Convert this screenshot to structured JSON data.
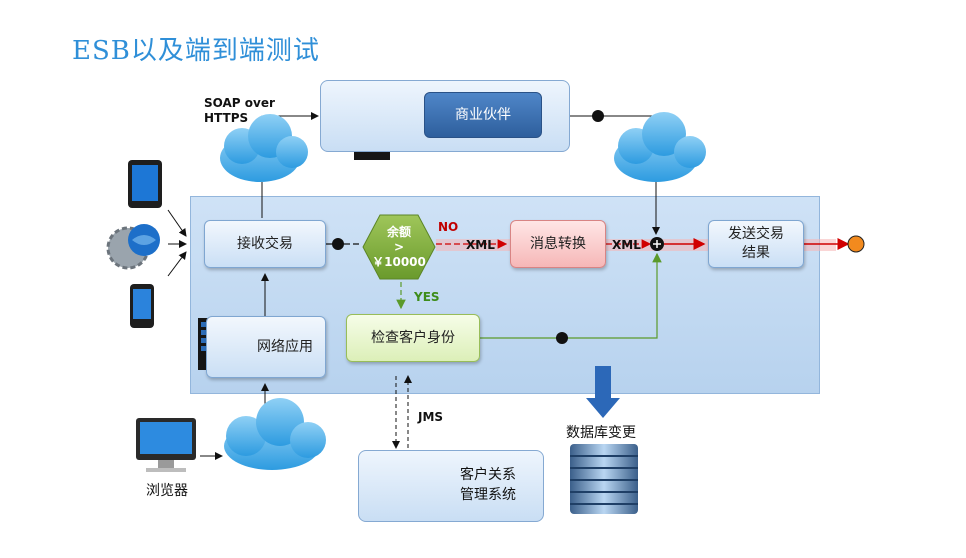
{
  "title": "ESB以及端到端测试",
  "labels": {
    "soap_line1": "SOAP over",
    "soap_line2": "HTTPS",
    "xml_left": "XML",
    "xml_right": "XML",
    "no": "NO",
    "yes": "YES",
    "jms": "JMS"
  },
  "nodes": {
    "partner": "商业伙伴",
    "receive": "接收交易",
    "decision_line1": "余额",
    "decision_line2": ">",
    "decision_line3": "￥10000",
    "transform": "消息转换",
    "send_line1": "发送交易",
    "send_line2": "结果",
    "web_app": "网络应用",
    "check": "检查客户身份",
    "crm_line1": "客户关系",
    "crm_line2": "管理系统",
    "db_change": "数据库变更",
    "browser": "浏览器"
  },
  "colors": {
    "title": "#2f8fd8",
    "partner_button": "#3a6fb2",
    "end_node": "#f28a1e",
    "flow_highlight": "#f4a0a0",
    "green_flow": "#6fa63a",
    "db_arrow": "#2c68b8"
  },
  "icons": [
    "tablet-icon",
    "globe-gear-icon",
    "phone-icon",
    "server-icon",
    "cloud-icon",
    "database-icon",
    "monitor-icon",
    "down-arrow-icon"
  ]
}
